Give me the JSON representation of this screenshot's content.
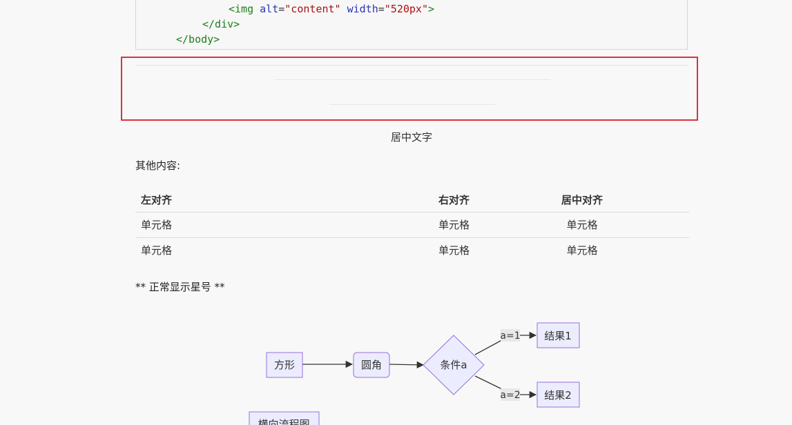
{
  "code": {
    "line1": {
      "open": "<",
      "tag": "img",
      "attr1": "alt",
      "eq": "=",
      "val1": "\"content\"",
      "attr2": "width",
      "val2": "\"520px\"",
      "close": ">"
    },
    "line2": "</div>",
    "line3": "</body>"
  },
  "caption": "居中文字",
  "other_heading": "其他内容:",
  "table": {
    "headers": [
      "左对齐",
      "右对齐",
      "居中对齐"
    ],
    "rows": [
      [
        "单元格",
        "单元格",
        "单元格"
      ],
      [
        "单元格",
        "单元格",
        "单元格"
      ]
    ]
  },
  "asterisk_text": "** 正常显示星号 **",
  "flowchart": {
    "nodes": {
      "square": "方形",
      "rounded": "圆角",
      "condition": "条件a",
      "result1": "结果1",
      "result2": "结果2",
      "horizontal": "横向流程图"
    },
    "edge_labels": {
      "a1": "a=1",
      "a2": "a=2"
    },
    "colors": {
      "node_fill": "#ECECFF",
      "node_stroke": "#9370DB",
      "edge": "#333333"
    }
  }
}
